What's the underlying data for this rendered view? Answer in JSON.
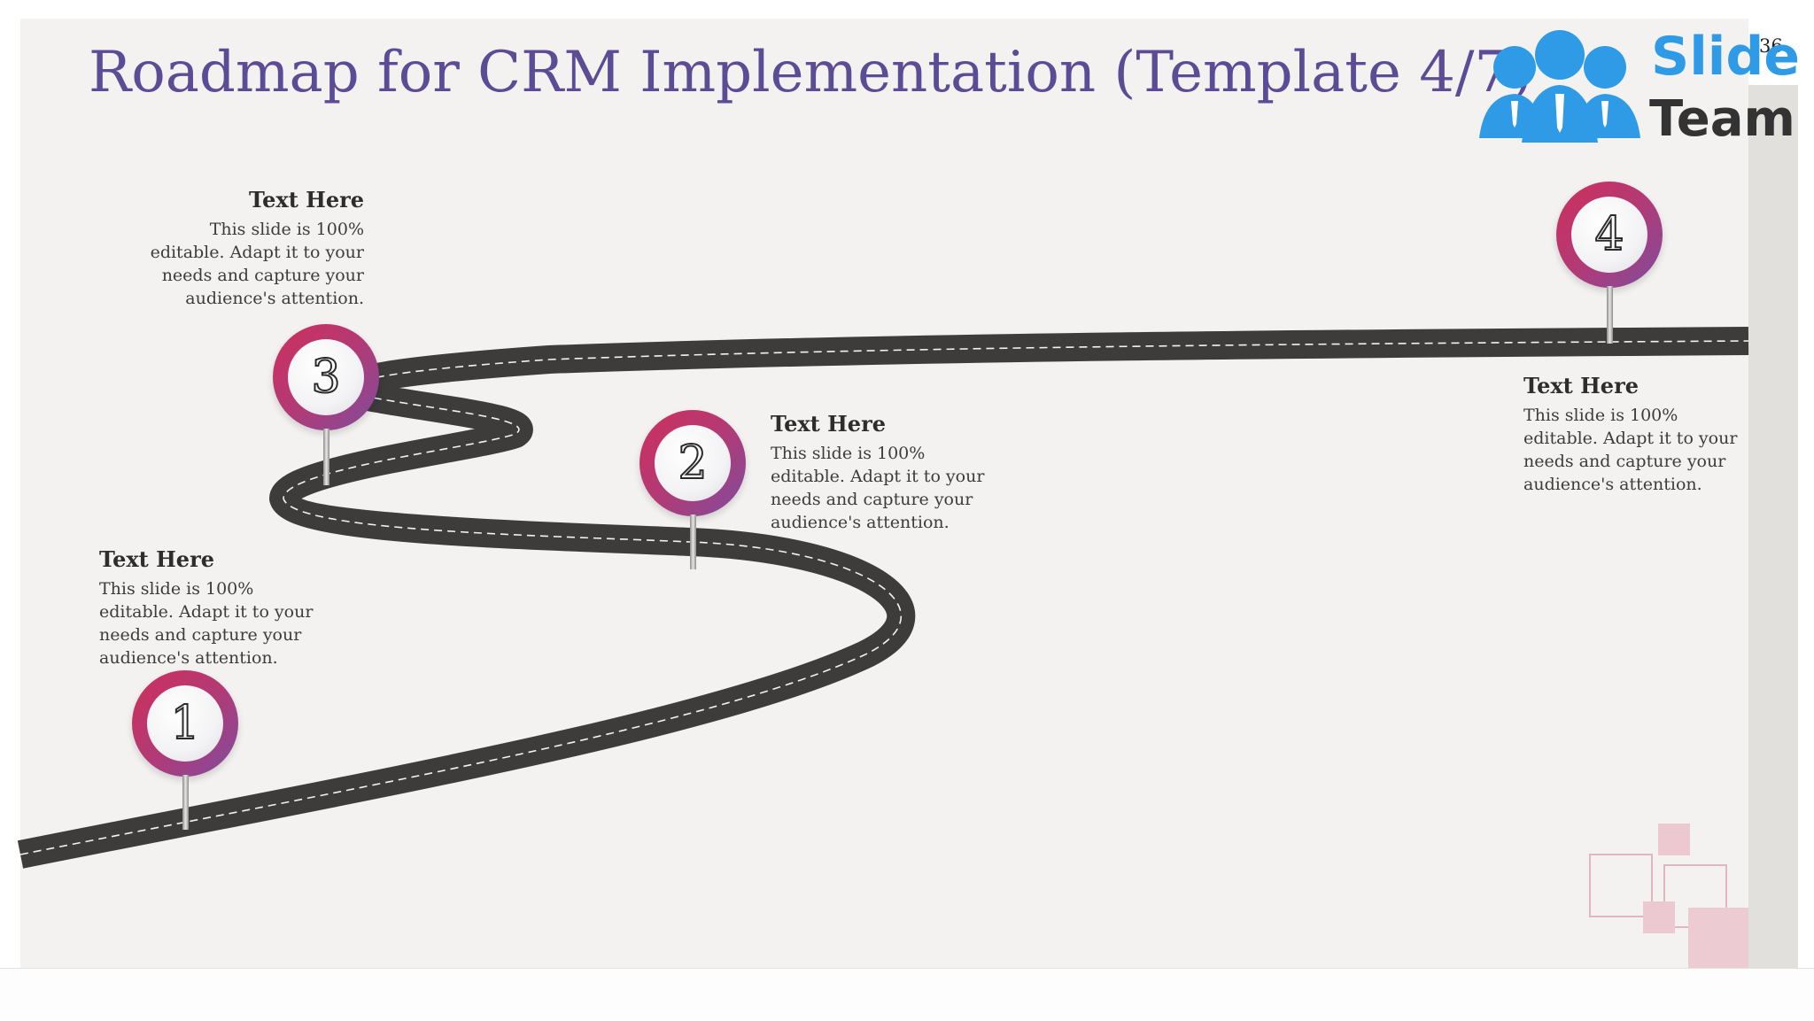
{
  "slide": {
    "title": "Roadmap for CRM Implementation (Template 4/7)",
    "page_number": "36",
    "logo": {
      "word1": "Slide",
      "word2": "Team",
      "icon": "team-people-icon"
    }
  },
  "milestones": [
    {
      "number": "1",
      "heading": "Text Here",
      "body": "This slide is 100% editable. Adapt it to your needs and capture your audience's attention."
    },
    {
      "number": "2",
      "heading": "Text Here",
      "body": "This slide is 100% editable. Adapt it to your needs and capture your audience's attention."
    },
    {
      "number": "3",
      "heading": "Text Here",
      "body": "This slide is 100% editable. Adapt it to your needs and capture your audience's attention."
    },
    {
      "number": "4",
      "heading": "Text Here",
      "body": "This slide is 100% editable. Adapt it to your needs and capture your audience's attention."
    }
  ],
  "colors": {
    "title": "#5c4b95",
    "road": "#3d3c3b",
    "pin_gradient_start": "#cf2f5d",
    "pin_gradient_end": "#7f4c9e",
    "logo_blue": "#2f9be6",
    "deco_pink": "#e7c2cb"
  }
}
